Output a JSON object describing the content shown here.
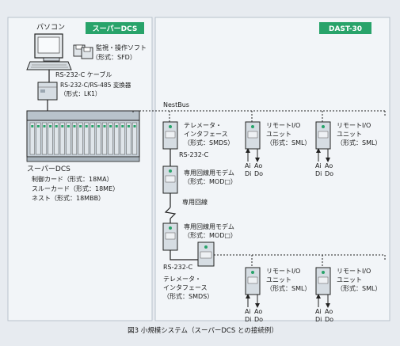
{
  "colors": {
    "background": "#e7ebf0",
    "panel": "#f2f5f8",
    "tag_fill": "#28a36a",
    "device_fill": "#d6dde3",
    "dcs_rack_fill": "#c5ced6",
    "line": "#222222"
  },
  "left_system": {
    "tag": "スーパーDCS",
    "pc_label": "パソコン",
    "software_title": "監視・操作ソフト",
    "software_model": "（形式：SFD）",
    "cable_label": "RS-232-C ケーブル",
    "converter_title": "RS-232-C/RS-485 変換器",
    "converter_model": "（形式：LK1）",
    "dcs_title": "スーパーDCS",
    "dcs_lines": [
      "制御カード（形式：18MA）",
      "スルーカード（形式：18ME）",
      "ネスト（形式：18MBB）"
    ]
  },
  "right_system": {
    "tag": "DAST-30",
    "bus_label": "NestBus",
    "rs232c_upper": "RS-232-C",
    "rs232c_lower": "RS-232-C",
    "leased_line": "専用回線",
    "telemeter_upper": [
      "テレメータ・",
      "インタフェース",
      "（形式：SMDS）"
    ],
    "modem_upper": [
      "専用回線用モデム",
      "（形式：MOD□）"
    ],
    "modem_lower": [
      "専用回線用モデム",
      "（形式：MOD□）"
    ],
    "telemeter_lower": [
      "テレメータ・",
      "インタフェース",
      "（形式：SMDS）"
    ],
    "remote_upper_1": [
      "リモートI/O",
      "ユニット",
      "（形式：SML）"
    ],
    "remote_upper_2": [
      "リモートI/O",
      "ユニット",
      "（形式：SML）"
    ],
    "remote_lower_1": [
      "リモートI/O",
      "ユニット",
      "（形式：SML）"
    ],
    "remote_lower_2": [
      "リモートI/O",
      "ユニット",
      "（形式：SML）"
    ],
    "io_labels": [
      "Ai",
      "Di",
      "Ao",
      "Do"
    ]
  },
  "caption": "図3 小規模システム（スーパーDCS との接続例）"
}
